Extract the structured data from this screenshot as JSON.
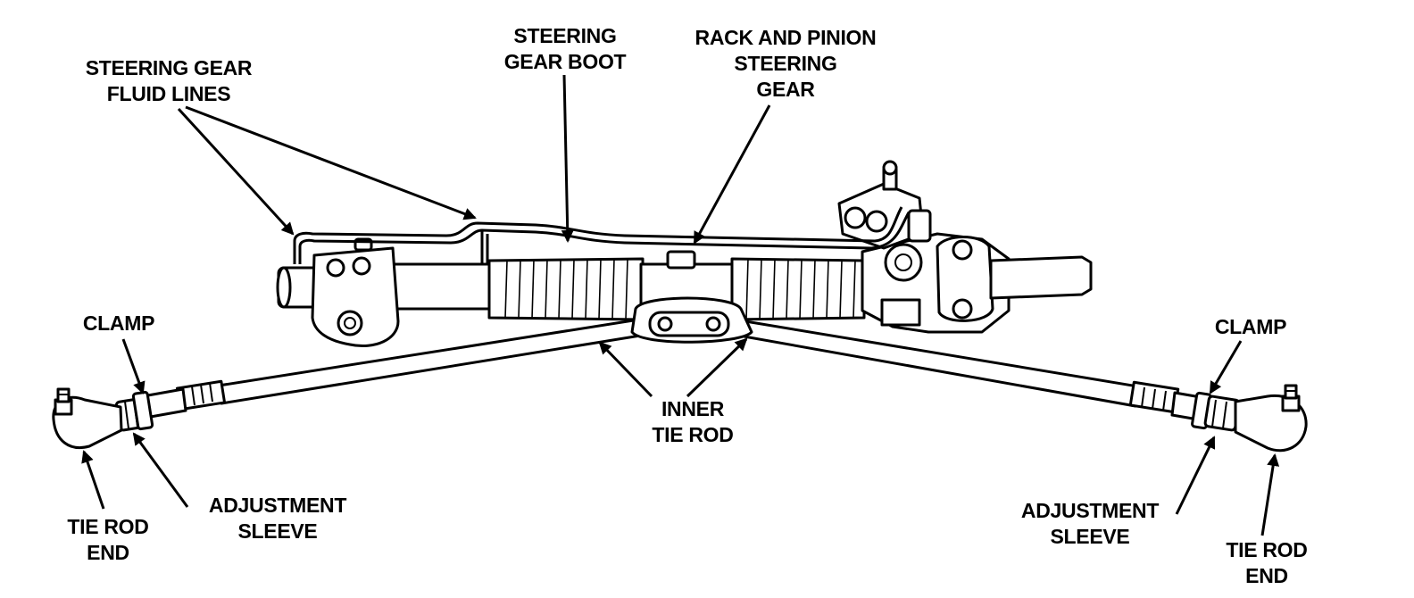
{
  "labels": {
    "fluid_lines": "STEERING GEAR\nFLUID LINES",
    "boot": "STEERING\nGEAR BOOT",
    "rack_pinion": "RACK AND PINION\nSTEERING\nGEAR",
    "clamp_left": "CLAMP",
    "clamp_right": "CLAMP",
    "inner_tie_rod": "INNER\nTIE ROD",
    "tie_rod_end_left": "TIE ROD\nEND",
    "adjustment_sleeve_left": "ADJUSTMENT\nSLEEVE",
    "adjustment_sleeve_right": "ADJUSTMENT\nSLEEVE",
    "tie_rod_end_right": "TIE ROD\nEND"
  }
}
